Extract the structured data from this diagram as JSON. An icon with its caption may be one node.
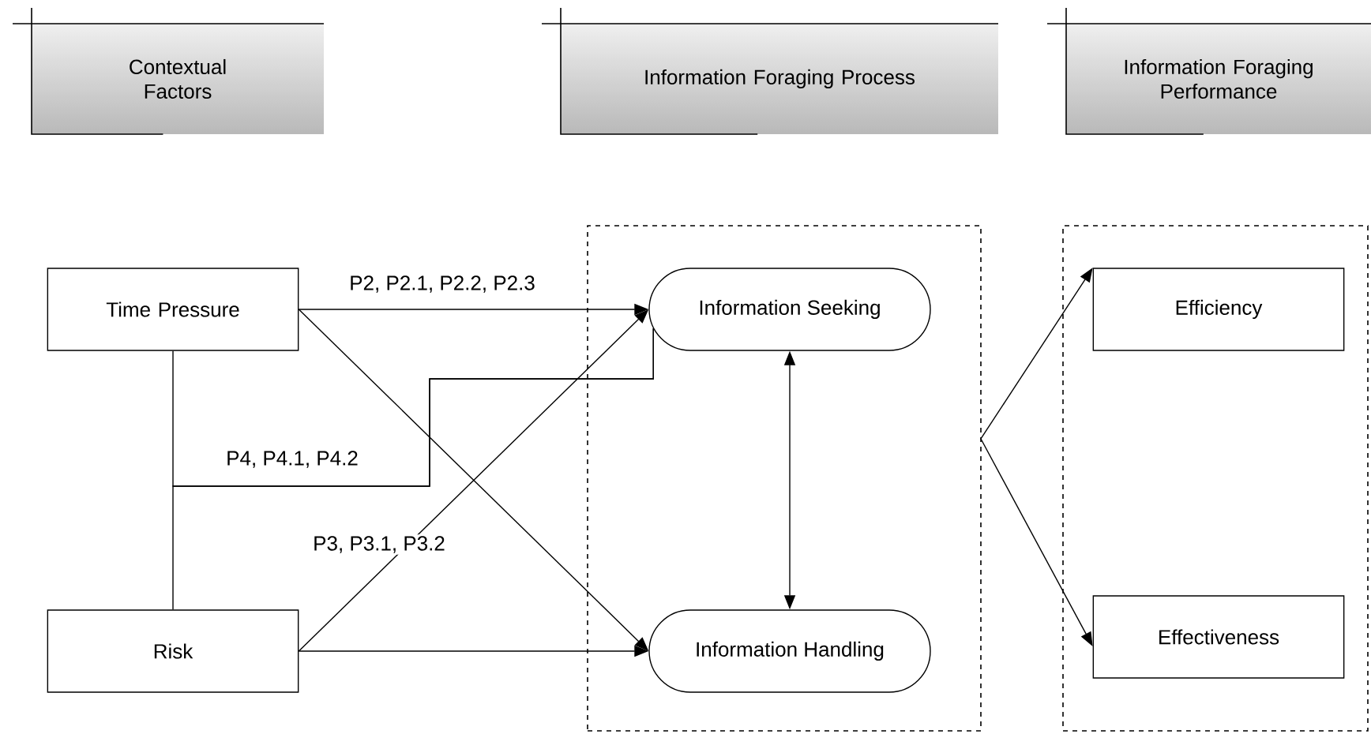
{
  "diagram": {
    "nodes": [
      {
        "text": [
          "Contextual Factors"
        ]
      },
      {
        "text": [
          "Information Foraging Process"
        ]
      },
      {
        "text": [
          "Information Foraging Performance"
        ]
      },
      {
        "text": [],
        "shape": "box"
      },
      {
        "text": [],
        "shape": "box"
      },
      {
        "text": [
          "Time Pressure"
        ]
      },
      {
        "text": [
          "Risk"
        ]
      },
      {
        "text": [
          "Information Seeking"
        ],
        "in": 3
      },
      {
        "text": [
          "Information Handling"
        ],
        "in": 3
      },
      {
        "text": [
          "Efficiency"
        ],
        "in": 4
      },
      {
        "text": [
          "Effectiveness"
        ],
        "in": 4
      }
    ],
    "edges": [
      {
        "from": 5,
        "to": 7,
        "arrow": "to",
        "label": "P2, P2.1, P2.2, P2.3"
      },
      {
        "from": 5,
        "to": 8,
        "arrow": "to"
      },
      {
        "from": 6,
        "to": 7,
        "arrow": "to",
        "label": "P3, P3.1, P3.2"
      },
      {
        "from": 6,
        "to": 8,
        "arrow": "to"
      },
      {
        "from": 5,
        "to": 7,
        "arrow": "none",
        "label": "P4, P4.1, P4.2"
      },
      {
        "from": 6,
        "to": 7,
        "arrow": "none"
      },
      {
        "from": 7,
        "to": 8,
        "arrow": "both"
      },
      {
        "from": 3,
        "to": 9,
        "arrow": "to"
      },
      {
        "from": 3,
        "to": 10,
        "arrow": "to"
      }
    ]
  }
}
